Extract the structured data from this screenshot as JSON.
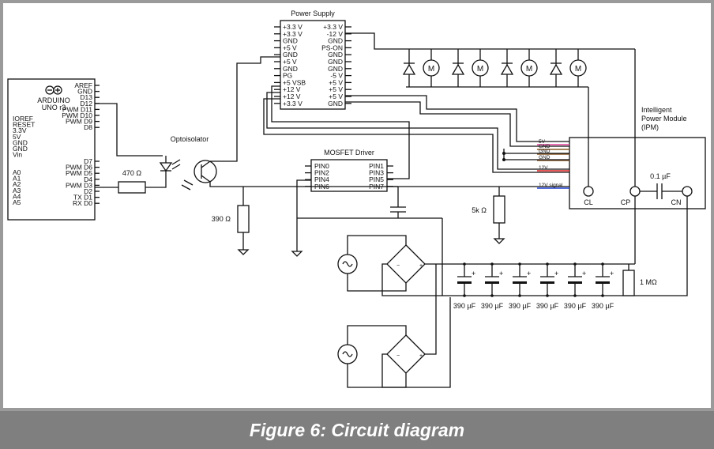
{
  "caption": "Figure 6: Circuit diagram",
  "arduino": {
    "brand": "ARDUINO",
    "model": "UNO r3",
    "left_pins": [
      "IOREF",
      "RESET",
      "3.3V",
      "5V",
      "GND",
      "GND",
      "Vin",
      "A0",
      "A1",
      "A2",
      "A3",
      "A4",
      "A5"
    ],
    "right_pins": [
      "AREF",
      "GND",
      "D13",
      "D12",
      "PWM D11",
      "PWM D10",
      "PWM D9",
      "D8",
      "D7",
      "PWM D6",
      "PWM D5",
      "D4",
      "PWM D3",
      "D2",
      "TX D1",
      "RX D0"
    ]
  },
  "power_supply": {
    "title": "Power Supply",
    "left_pins": [
      "+3.3 V",
      "+3.3 V",
      "GND",
      "+5 V",
      "GND",
      "+5 V",
      "GND",
      "PG",
      "+5 VSB",
      "+12 V",
      "+12 V",
      "+3.3 V"
    ],
    "right_pins": [
      "+3.3 V",
      "-12 V",
      "GND",
      "PS-ON",
      "GND",
      "GND",
      "GND",
      "-5 V",
      "+5 V",
      "+5 V",
      "+5 V",
      "GND"
    ]
  },
  "mosfet_driver": {
    "title": "MOSFET Driver",
    "left_pins": [
      "PIN0",
      "PIN2",
      "PIN4",
      "PIN6"
    ],
    "right_pins": [
      "PIN1",
      "PIN3",
      "PIN5",
      "PIN7"
    ]
  },
  "ipm": {
    "title": [
      "Intelligent",
      "Power Module",
      "(IPM)"
    ],
    "inputs": [
      "5V",
      "GND",
      "GND",
      "GND",
      "12V",
      "12V signal"
    ],
    "terminals": [
      "CL",
      "CP",
      "CN"
    ]
  },
  "labels": {
    "optoisolator": "Optoisolator",
    "r_470": "470 Ω",
    "r_390": "390 Ω",
    "r_5k": "5k Ω",
    "r_1m": "1 MΩ",
    "c_01": "0.1 µF",
    "cap_values": [
      "390 µF",
      "390 µF",
      "390 µF",
      "390 µF",
      "390 µF",
      "390 µF"
    ],
    "motor": "M"
  },
  "wire_colors": {
    "5V": "#e0409a",
    "GND": "#8a5a2a",
    "12V": "#e02020",
    "12V signal": "#2040d0"
  }
}
